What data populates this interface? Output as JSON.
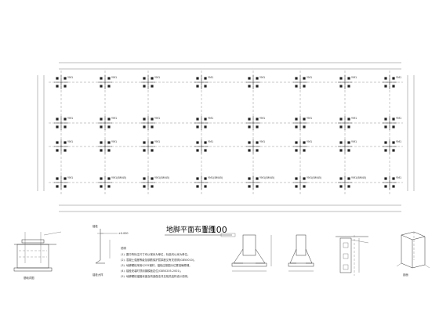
{
  "plan": {
    "column_tag": "YM1",
    "beam_tag": "YM1(BM45)",
    "title": "地脚平面布置图",
    "scale": "1:100"
  },
  "notes": {
    "title": "说明",
    "lines": [
      "(1). 图中所标注尺寸均以毫米为单位，标高均以米为单位。",
      "(2). 混凝土强度等级及钢筋保护层厚度见有关说明(GB50010)。",
      "(3). 地脚螺栓采用Q235钢材，锚栓应按图示位置准确预埋。",
      "(4). 锚栓安装时须用钢模板定位(GB50205-2001)。",
      "(5). 地脚螺栓锚固深度及构造做法详见相关结构设计说明。"
    ]
  },
  "details": {
    "iso_label": "锚栓大样",
    "section_label": "剖面",
    "pier_label": "基础详图",
    "anchor_label": "锚栓",
    "elev_label": "±0.000"
  }
}
